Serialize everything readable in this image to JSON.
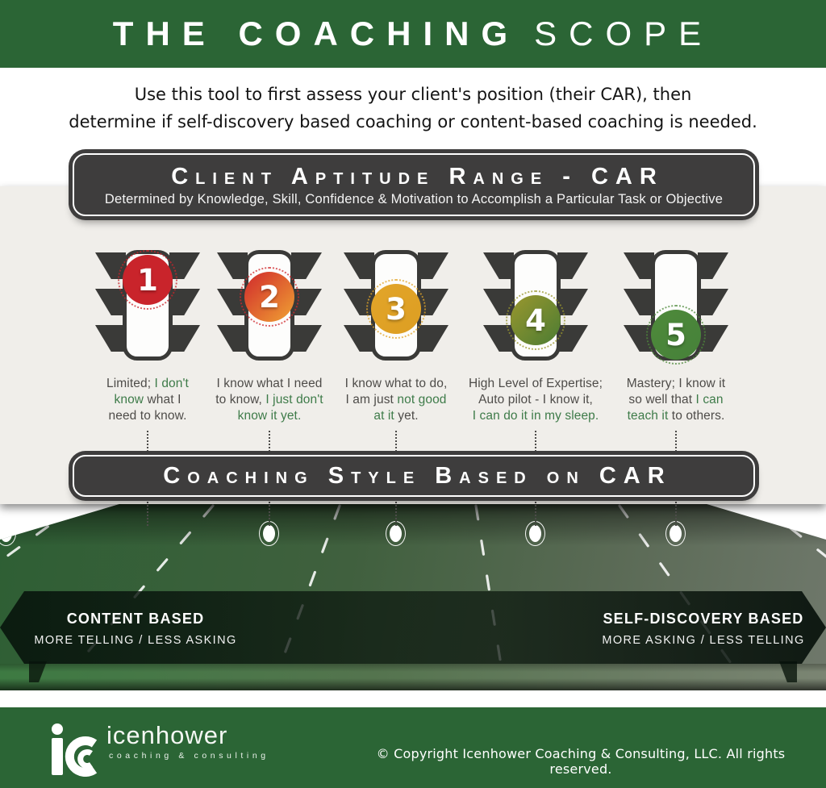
{
  "header": {
    "title_strong": "THE COACHING",
    "title_light": "SCOPE"
  },
  "intro": {
    "line1": "Use this tool to first assess your client's position (their CAR), then",
    "line2": "determine if self-discovery based coaching or content-based coaching is needed."
  },
  "car_banner": {
    "title": "Client Aptitude Range - CAR",
    "subtitle": "Determined by Knowledge, Skill, Confidence & Motivation to Accomplish a Particular Task or Objective"
  },
  "style_banner": {
    "title": "Coaching Style Based on CAR"
  },
  "levels": [
    {
      "number": "1",
      "circle_from": "#c9242b",
      "circle_to": "#c9242b",
      "desc_lines": [
        [
          {
            "t": "Limited; ",
            "g": false
          },
          {
            "t": "I don't",
            "g": true
          }
        ],
        [
          {
            "t": "know",
            "g": true
          },
          {
            "t": " what I",
            "g": false
          }
        ],
        [
          {
            "t": "need to know.",
            "g": false
          }
        ]
      ]
    },
    {
      "number": "2",
      "circle_from": "#d0292c",
      "circle_to": "#f0a233",
      "desc_lines": [
        [
          {
            "t": "I know what I need",
            "g": false
          }
        ],
        [
          {
            "t": "to know, ",
            "g": false
          },
          {
            "t": "I just don't",
            "g": true
          }
        ],
        [
          {
            "t": "know it yet.",
            "g": true
          }
        ]
      ]
    },
    {
      "number": "3",
      "circle_from": "#e2a52a",
      "circle_to": "#dd9e22",
      "desc_lines": [
        [
          {
            "t": "I know what to do,",
            "g": false
          }
        ],
        [
          {
            "t": "I am just ",
            "g": false
          },
          {
            "t": "not good",
            "g": true
          }
        ],
        [
          {
            "t": "at it",
            "g": true
          },
          {
            "t": " yet.",
            "g": false
          }
        ]
      ]
    },
    {
      "number": "4",
      "circle_from": "#9a972e",
      "circle_to": "#4b7c33",
      "desc_lines": [
        [
          {
            "t": "High Level of Expertise;",
            "g": false
          }
        ],
        [
          {
            "t": "Auto pilot - I know it,",
            "g": false
          }
        ],
        [
          {
            "t": "I can do it in my sleep.",
            "g": true
          }
        ]
      ]
    },
    {
      "number": "5",
      "circle_from": "#4e8a3b",
      "circle_to": "#468139",
      "desc_lines": [
        [
          {
            "t": "Mastery; I know it",
            "g": false
          }
        ],
        [
          {
            "t": "so well that ",
            "g": false
          },
          {
            "t": "I can",
            "g": true
          }
        ],
        [
          {
            "t": "teach it",
            "g": true
          },
          {
            "t": " to others.",
            "g": false
          }
        ]
      ]
    }
  ],
  "road_band": {
    "left_title": "CONTENT BASED",
    "left_subtitle": "MORE TELLING / LESS ASKING",
    "right_title": "SELF-DISCOVERY BASED",
    "right_subtitle": "MORE ASKING / LESS TELLING"
  },
  "footer": {
    "logo_name": "icenhower",
    "logo_tagline": "coaching & consulting",
    "copyright": "© Copyright Icenhower Coaching & Consulting, LLC. All rights reserved."
  },
  "colors": {
    "brand_green": "#2b6535",
    "beige_background": "#f0eeea",
    "banner_dark": "#3e3d3d",
    "desc_text": "#4e4c49",
    "desc_green": "#3e7b49",
    "level_colors": [
      "#c9242b",
      "#e07a2e",
      "#e2a52a",
      "#7c8a30",
      "#4e8a3b"
    ]
  }
}
